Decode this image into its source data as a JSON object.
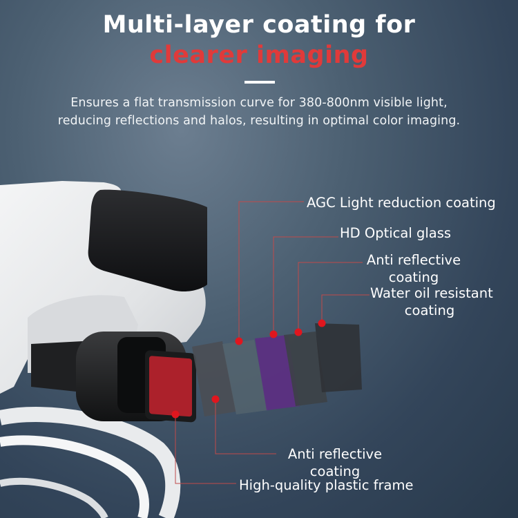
{
  "header": {
    "title_line1": "Multi-layer coating for",
    "title_line2": "clearer imaging",
    "subtitle_line1": "Ensures a flat transmission curve for 380-800nm visible light,",
    "subtitle_line2": "reducing reflections and halos, resulting in optimal color imaging."
  },
  "callouts": {
    "agc": "AGC Light reduction coating",
    "hd_glass": "HD Optical glass",
    "anti_reflective_top": {
      "line1": "Anti reflective",
      "line2": "coating"
    },
    "water_oil": {
      "line1": "Water oil resistant",
      "line2": "coating"
    },
    "anti_reflective_bottom": {
      "line1": "Anti reflective",
      "line2": "coating"
    },
    "plastic_frame": "High-quality plastic frame"
  },
  "colors": {
    "accent_red": "#e03a3a",
    "marker_red": "#e0161e",
    "leader_line": "#c04a4a",
    "filter_red": "#b8222c",
    "filter_purple": "#5c2f82"
  }
}
